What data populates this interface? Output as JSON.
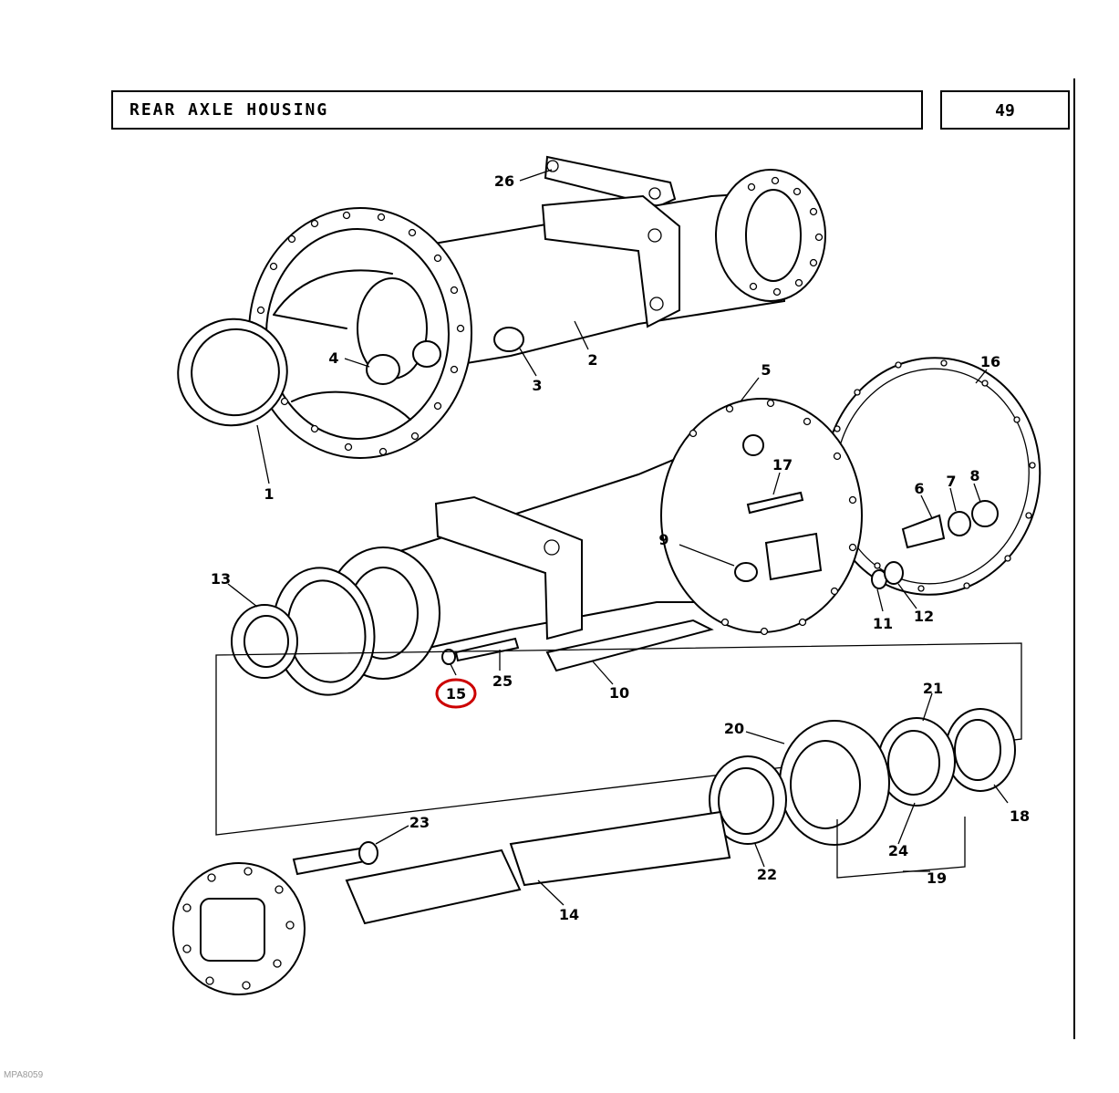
{
  "header": {
    "title": "REAR AXLE HOUSING",
    "page_number": "49"
  },
  "footer": {
    "code": "MPA8059"
  },
  "highlight": {
    "color": "#cc0000",
    "callout": "15"
  },
  "callouts": {
    "c1": "1",
    "c2": "2",
    "c3": "3",
    "c4": "4",
    "c5": "5",
    "c6": "6",
    "c7": "7",
    "c8": "8",
    "c9": "9",
    "c10": "10",
    "c11": "11",
    "c12": "12",
    "c13": "13",
    "c14": "14",
    "c15": "15",
    "c16": "16",
    "c17": "17",
    "c18": "18",
    "c19": "19",
    "c20": "20",
    "c21": "21",
    "c22": "22",
    "c23": "23",
    "c24": "24",
    "c25": "25",
    "c26": "26"
  }
}
